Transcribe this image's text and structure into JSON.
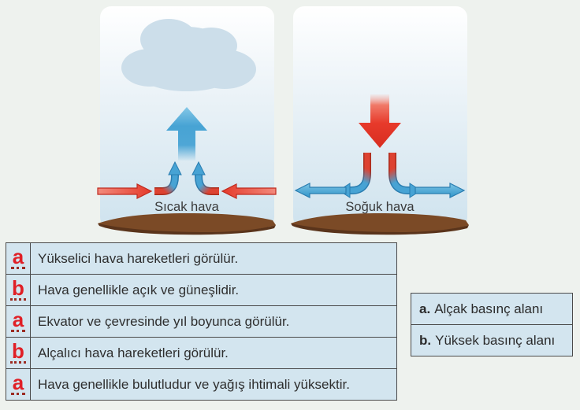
{
  "diagram": {
    "panels": [
      {
        "label": "Sıcak hava"
      },
      {
        "label": "Soğuk hava"
      }
    ]
  },
  "table": {
    "rows": [
      {
        "answer": "a",
        "text": "Yükselici hava hareketleri görülür."
      },
      {
        "answer": "b",
        "text": "Hava genellikle açık ve güneşlidir."
      },
      {
        "answer": "a",
        "text": "Ekvator ve çevresinde yıl boyunca görülür."
      },
      {
        "answer": "b",
        "text": "Alçalıcı hava hareketleri görülür."
      },
      {
        "answer": "a",
        "text": "Hava genellikle bulutludur ve yağış ihtimali yüksektir."
      }
    ]
  },
  "legend": {
    "items": [
      {
        "key": "a.",
        "label": "Alçak basınç alanı"
      },
      {
        "key": "b.",
        "label": "Yüksek basınç alanı"
      }
    ]
  },
  "colors": {
    "warm_arrow_red": "#e6392c",
    "cool_arrow_blue": "#47a3d4",
    "table_bg": "#d3e5ef",
    "answer_red": "#e01f26",
    "ground_brown": "#7b4a26",
    "page_bg": "#eef2ee"
  }
}
